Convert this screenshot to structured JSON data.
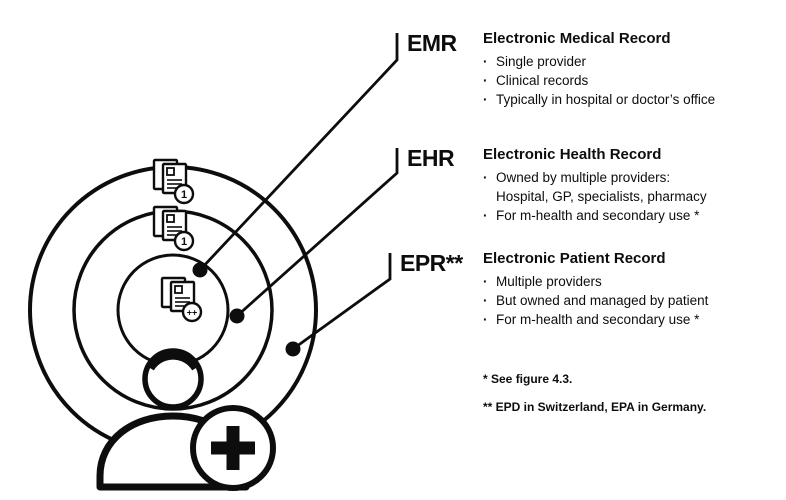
{
  "figure": {
    "labels": {
      "emr": "EMR",
      "ehr": "EHR",
      "epr": "EPR**"
    },
    "badges": {
      "outer_doc": "1",
      "middle_doc": "1",
      "inner_doc": "++"
    },
    "bullet_char": "·",
    "sections": [
      {
        "title": "Electronic Medical Record",
        "bullets": [
          "Single provider",
          "Clinical records",
          "Typically in hospital or doctor’s office"
        ]
      },
      {
        "title": "Electronic Health Record",
        "bullets": [
          "Owned by multiple providers:",
          "For m-health and secondary use *"
        ],
        "continuation": "Hospital, GP, specialists, pharmacy"
      },
      {
        "title": "Electronic Patient Record",
        "bullets": [
          "Multiple providers",
          "But owned and managed by patient",
          "For m-health and secondary use *"
        ]
      }
    ],
    "footnotes": [
      "* See figure 4.3.",
      "** EPD in Switzerland, EPA in Germany."
    ]
  }
}
